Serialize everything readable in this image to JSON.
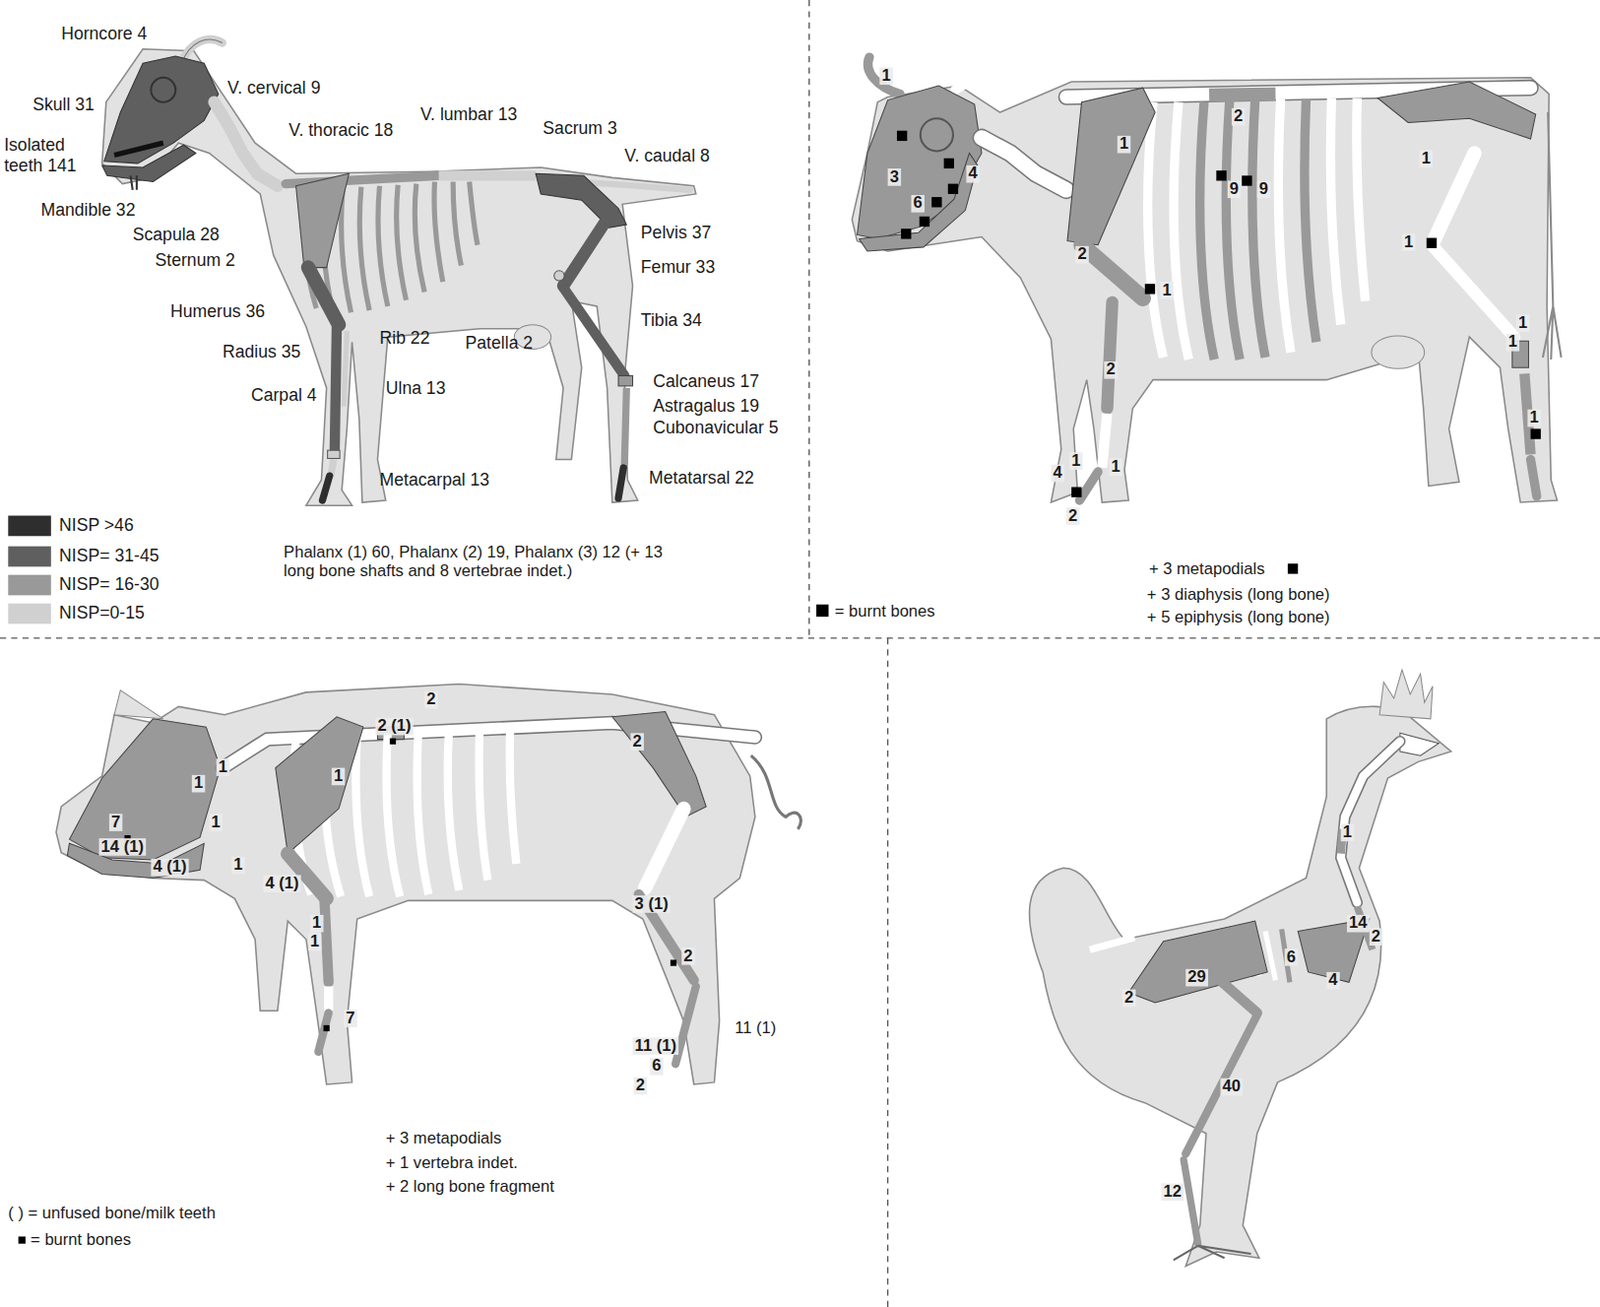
{
  "diagram": {
    "labels": [
      "Horncore 4",
      "Skull 31",
      "V. cervical 9",
      "Isolated teeth 141",
      "V. thoracic 18",
      "V. lumbar 13",
      "Sacrum 3",
      "V. caudal 8",
      "Mandible 32",
      "Scapula 28",
      "Sternum 2",
      "Pelvis 37",
      "Femur 33",
      "Humerus 36",
      "Radius 35",
      "Rib 22",
      "Patella 2",
      "Tibia 34",
      "Carpal 4",
      "Ulna 13",
      "Calcaneus 17",
      "Astragalus 19",
      "Cubonavicular 5",
      "Metacarpal 13",
      "Metatarsal 22",
      "Phalanx (1) 60, Phalanx (2) 19, Phalanx (3) 12 (+ 13 long bone shafts and 8 vertebrae indet.)",
      "1",
      "3",
      "6",
      "4",
      "1",
      "2",
      "9",
      "9",
      "1",
      "1",
      "2",
      "1",
      "2",
      "1",
      "1",
      "1",
      "4",
      "1",
      "1",
      "2",
      "+ 3 metapodials",
      "+ 3 diaphysis (long bone)",
      "+ 5 epiphysis (long bone)",
      "2",
      "2 (1)",
      "2",
      "1",
      "1",
      "1",
      "1",
      "7",
      "14 (1)",
      "4 (1)",
      "1",
      "4 (1)",
      "1",
      "1",
      "7",
      "3 (1)",
      "2",
      "11 (1)",
      "11 (1)",
      "6",
      "2",
      "+ 3 metapodials",
      "+ 1 vertebra indet.",
      "+ 2 long bone fragment",
      "( ) = unfused bone/milk teeth",
      "1",
      "14",
      "2",
      "6",
      "4",
      "29",
      "2",
      "40",
      "12"
    ],
    "legend": [
      {
        "text": "NISP >46",
        "color": "#2e2e2e"
      },
      {
        "text": "NISP= 31-45",
        "color": "#5f5f5f"
      },
      {
        "text": "NISP= 16-30",
        "color": "#999999"
      },
      {
        "text": "NISP=0-15",
        "color": "#d0d0d0"
      },
      {
        "text": "= burnt bones"
      },
      {
        "text": "= burnt bones"
      }
    ]
  }
}
